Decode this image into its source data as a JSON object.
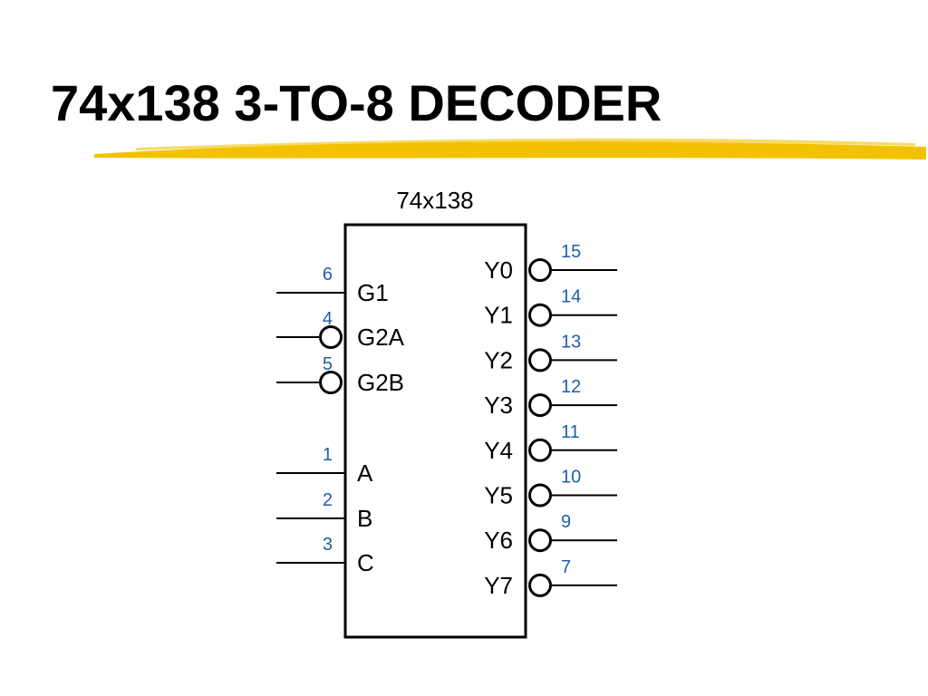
{
  "slide": {
    "title": "74x138 3-TO-8 DECODER"
  },
  "colors": {
    "underline": "#f2c200",
    "pin_number": "#1f5fa8",
    "line": "#000000"
  },
  "chip": {
    "name": "74x138",
    "inputs": [
      {
        "label": "G1",
        "pin": "6",
        "active_low": false
      },
      {
        "label": "G2A",
        "pin": "4",
        "active_low": true
      },
      {
        "label": "G2B",
        "pin": "5",
        "active_low": true
      },
      {
        "label": "A",
        "pin": "1",
        "active_low": false
      },
      {
        "label": "B",
        "pin": "2",
        "active_low": false
      },
      {
        "label": "C",
        "pin": "3",
        "active_low": false
      }
    ],
    "outputs": [
      {
        "label": "Y0",
        "pin": "15",
        "active_low": true
      },
      {
        "label": "Y1",
        "pin": "14",
        "active_low": true
      },
      {
        "label": "Y2",
        "pin": "13",
        "active_low": true
      },
      {
        "label": "Y3",
        "pin": "12",
        "active_low": true
      },
      {
        "label": "Y4",
        "pin": "11",
        "active_low": true
      },
      {
        "label": "Y5",
        "pin": "10",
        "active_low": true
      },
      {
        "label": "Y6",
        "pin": "9",
        "active_low": true
      },
      {
        "label": "Y7",
        "pin": "7",
        "active_low": true
      }
    ]
  }
}
